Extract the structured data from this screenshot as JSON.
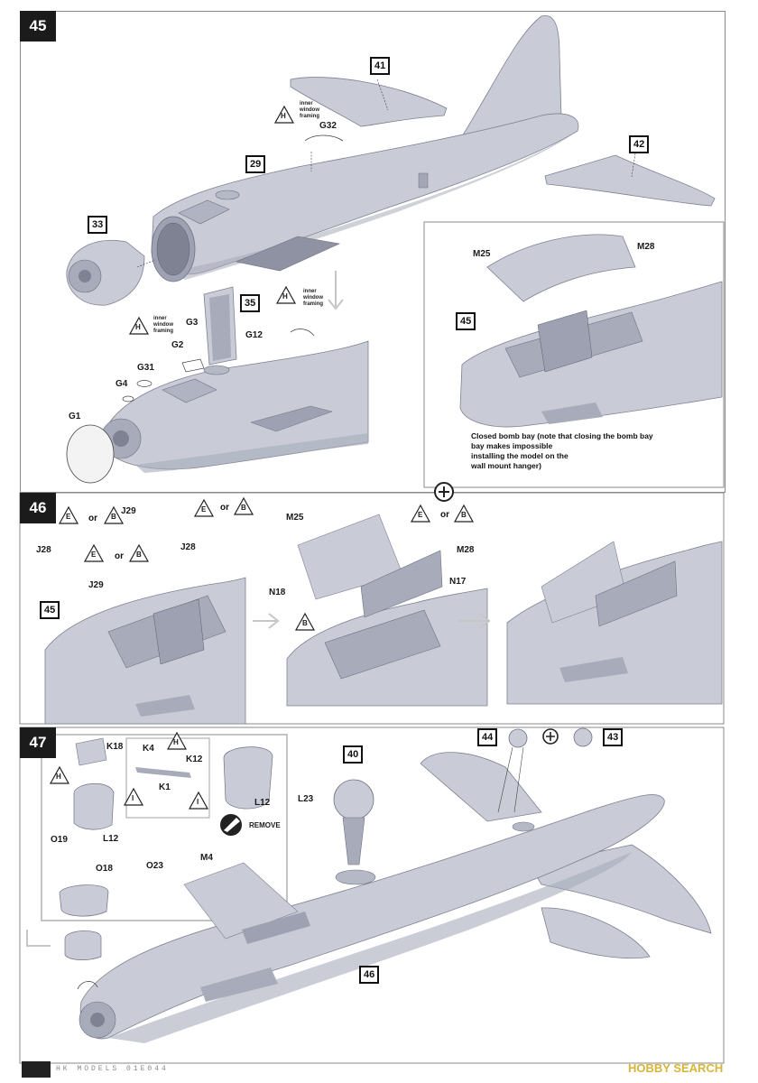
{
  "steps": {
    "s45": "45",
    "s46": "46",
    "s47": "47"
  },
  "subassemblies": {
    "a41": "41",
    "a42": "42",
    "a29": "29",
    "a33": "33",
    "a35": "35",
    "a45_inset": "45",
    "a45_step46": "45",
    "a40": "40",
    "a44": "44",
    "a43": "43",
    "a46": "46"
  },
  "parts": {
    "g32": "G32",
    "g3": "G3",
    "g2": "G2",
    "g31": "G31",
    "g4": "G4",
    "g1": "G1",
    "g12": "G12",
    "m25_inset": "M25",
    "m28_inset": "M28",
    "j29_top": "J29",
    "j28_left": "J28",
    "j28_right": "J28",
    "j29_mid": "J29",
    "m25_46": "M25",
    "m28_46": "M28",
    "n18": "N18",
    "n17": "N17",
    "k18": "K18",
    "k4": "K4",
    "k12": "K12",
    "k1": "K1",
    "l12_left": "L12",
    "l12_right": "L12",
    "o19": "O19",
    "o18": "O18",
    "o23": "O23",
    "m4": "M4",
    "l23": "L23"
  },
  "markers": {
    "h": "H",
    "e": "E",
    "b": "B",
    "i": "I",
    "or": "or"
  },
  "notes": {
    "inner_window_framing": "inner\nwindow\nframing",
    "closed_bomb_bay": "Closed bomb bay (note that closing the bomb bay\nbay makes impossible\ninstalling the model on the\nwall mount hanger)",
    "remove": "REMOVE"
  },
  "footer": {
    "brand": "HK MODELS 01E044",
    "watermark": "HOBBY SEARCH"
  },
  "colors": {
    "model_fill": "#c9ccd6",
    "model_shade": "#a7abba",
    "model_dark": "#6e7282",
    "badge": "#1b1b1b",
    "arrow": "#c6c6c6"
  }
}
